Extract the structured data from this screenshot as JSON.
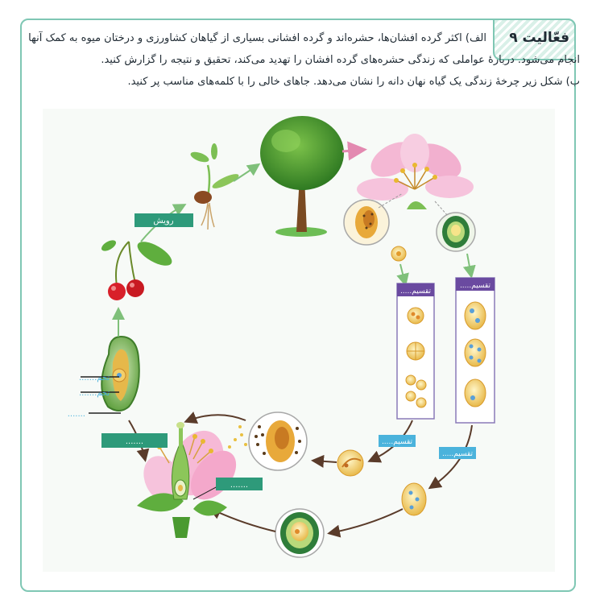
{
  "activity": {
    "title": "فعّالیت ۹",
    "part_a_line1": "الف) اکثر گرده افشان‌ها، حشره‌اند و گرده افشانی بسیاری از گیاهان کشاورزی و درختان میوه به کمک آنها",
    "part_a_line2": "انجام می‌شود. دربارهٔ عواملی که زندگی حشره‌های گرده افشان را تهدید می‌کند، تحقیق و نتیجه را گزارش کنید.",
    "part_b": "ب) شکل زیر چرخهٔ زندگی یک گیاه نهان دانه را نشان می‌دهد. جاهای خالی را با کلمه‌های مناسب پر کنید."
  },
  "diagram": {
    "growth_label": "رویش",
    "division_label_left": "تقسیم.....",
    "division_label_right": "تقسیم.....",
    "division_label_center": "تقسیم.....",
    "division_label_bottom": "تقسیم.....",
    "seed_label_1": "تخم.......",
    "seed_label_2": "تخم.......",
    "blank_dots": ".......",
    "blank_box_left": ".......",
    "blank_box_bottom": "......."
  },
  "colors": {
    "frame": "#7fc7b4",
    "label_green": "#2e9a7a",
    "label_blue": "#4bb3dc",
    "arrow": "#5a3b2a"
  }
}
